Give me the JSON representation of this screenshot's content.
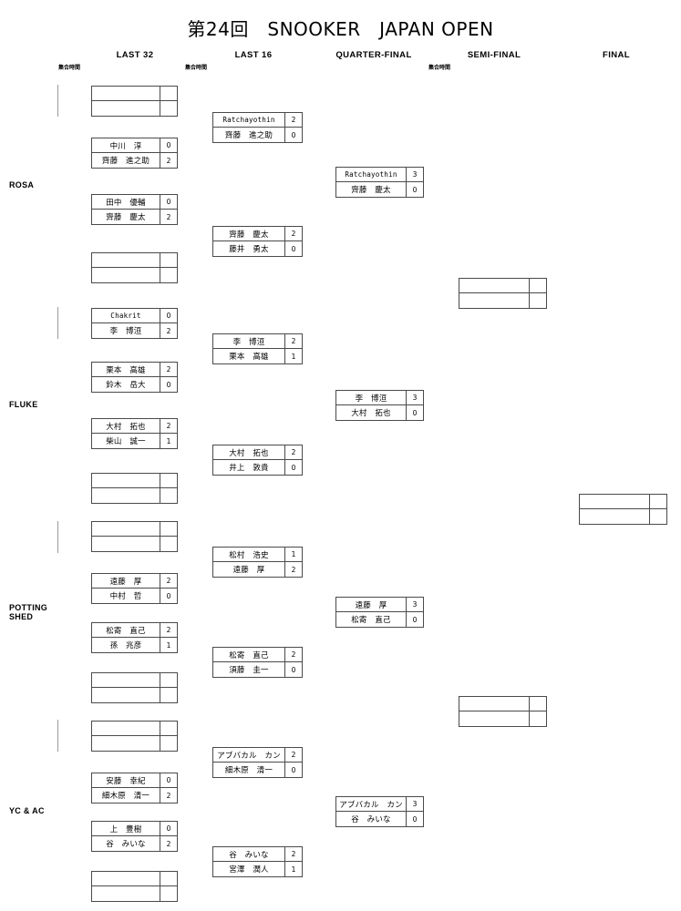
{
  "title": "第24回　SNOOKER　JAPAN OPEN",
  "rounds": [
    {
      "label": "LAST 32",
      "meet_time": "集合時間"
    },
    {
      "label": "LAST 16",
      "meet_time": "集合時間"
    },
    {
      "label": "QUARTER-FINAL",
      "meet_time": ""
    },
    {
      "label": "SEMI-FINAL",
      "meet_time": "集合時間"
    },
    {
      "label": "FINAL",
      "meet_time": ""
    }
  ],
  "venues": [
    {
      "name": "ROSA"
    },
    {
      "name": "FLUKE"
    },
    {
      "name": "POTTING\nSHED"
    },
    {
      "name": "YC & AC"
    }
  ],
  "last32": [
    {
      "top_name": "",
      "top_score": "",
      "bottom_name": "",
      "bottom_score": ""
    },
    {
      "top_name": "中川　淳",
      "top_score": "0",
      "bottom_name": "齊藤　進之助",
      "bottom_score": "2"
    },
    {
      "top_name": "田中　優輔",
      "top_score": "0",
      "bottom_name": "齊藤　慶太",
      "bottom_score": "2"
    },
    {
      "top_name": "",
      "top_score": "",
      "bottom_name": "",
      "bottom_score": ""
    },
    {
      "top_name": "Chakrit",
      "top_score": "0",
      "bottom_name": "李　博洹",
      "bottom_score": "2",
      "top_latin": true
    },
    {
      "top_name": "栗本　高雄",
      "top_score": "2",
      "bottom_name": "鈴木　岳大",
      "bottom_score": "0"
    },
    {
      "top_name": "大村　拓也",
      "top_score": "2",
      "bottom_name": "柴山　誠一",
      "bottom_score": "1"
    },
    {
      "top_name": "",
      "top_score": "",
      "bottom_name": "",
      "bottom_score": ""
    },
    {
      "top_name": "",
      "top_score": "",
      "bottom_name": "",
      "bottom_score": ""
    },
    {
      "top_name": "遠藤　厚",
      "top_score": "2",
      "bottom_name": "中村　哲",
      "bottom_score": "0"
    },
    {
      "top_name": "松寄　直己",
      "top_score": "2",
      "bottom_name": "孫　兆彦",
      "bottom_score": "1"
    },
    {
      "top_name": "",
      "top_score": "",
      "bottom_name": "",
      "bottom_score": ""
    },
    {
      "top_name": "",
      "top_score": "",
      "bottom_name": "",
      "bottom_score": ""
    },
    {
      "top_name": "安藤　幸紀",
      "top_score": "0",
      "bottom_name": "細木原　清一",
      "bottom_score": "2"
    },
    {
      "top_name": "上　豊樹",
      "top_score": "0",
      "bottom_name": "谷　みいな",
      "bottom_score": "2"
    },
    {
      "top_name": "",
      "top_score": "",
      "bottom_name": "",
      "bottom_score": ""
    }
  ],
  "last16": [
    {
      "top_name": "Ratchayothin",
      "top_score": "2",
      "bottom_name": "齊藤　進之助",
      "bottom_score": "0",
      "top_latin": true
    },
    {
      "top_name": "齊藤　慶太",
      "top_score": "2",
      "bottom_name": "藤井　勇太",
      "bottom_score": "0"
    },
    {
      "top_name": "李　博洹",
      "top_score": "2",
      "bottom_name": "栗本　高雄",
      "bottom_score": "1"
    },
    {
      "top_name": "大村　拓也",
      "top_score": "2",
      "bottom_name": "井上　敦貴",
      "bottom_score": "0"
    },
    {
      "top_name": "松村　浩史",
      "top_score": "1",
      "bottom_name": "遠藤　厚",
      "bottom_score": "2"
    },
    {
      "top_name": "松寄　直己",
      "top_score": "2",
      "bottom_name": "須藤　圭一",
      "bottom_score": "0"
    },
    {
      "top_name": "アブバカル　カン",
      "top_score": "2",
      "bottom_name": "細木原　清一",
      "bottom_score": "0"
    },
    {
      "top_name": "谷　みいな",
      "top_score": "2",
      "bottom_name": "宮澤　潤人",
      "bottom_score": "1"
    }
  ],
  "quarterfinal": [
    {
      "top_name": "Ratchayothin",
      "top_score": "3",
      "bottom_name": "齊藤　慶太",
      "bottom_score": "0",
      "top_latin": true
    },
    {
      "top_name": "李　博洹",
      "top_score": "3",
      "bottom_name": "大村　拓也",
      "bottom_score": "0"
    },
    {
      "top_name": "遠藤　厚",
      "top_score": "3",
      "bottom_name": "松寄　直己",
      "bottom_score": "0"
    },
    {
      "top_name": "アブバカル　カン",
      "top_score": "3",
      "bottom_name": "谷　みいな",
      "bottom_score": "0"
    }
  ],
  "semifinal": [
    {
      "top_name": "",
      "top_score": "",
      "bottom_name": "",
      "bottom_score": ""
    },
    {
      "top_name": "",
      "top_score": "",
      "bottom_name": "",
      "bottom_score": ""
    }
  ],
  "final": [
    {
      "top_name": "",
      "top_score": "",
      "bottom_name": "",
      "bottom_score": ""
    }
  ]
}
